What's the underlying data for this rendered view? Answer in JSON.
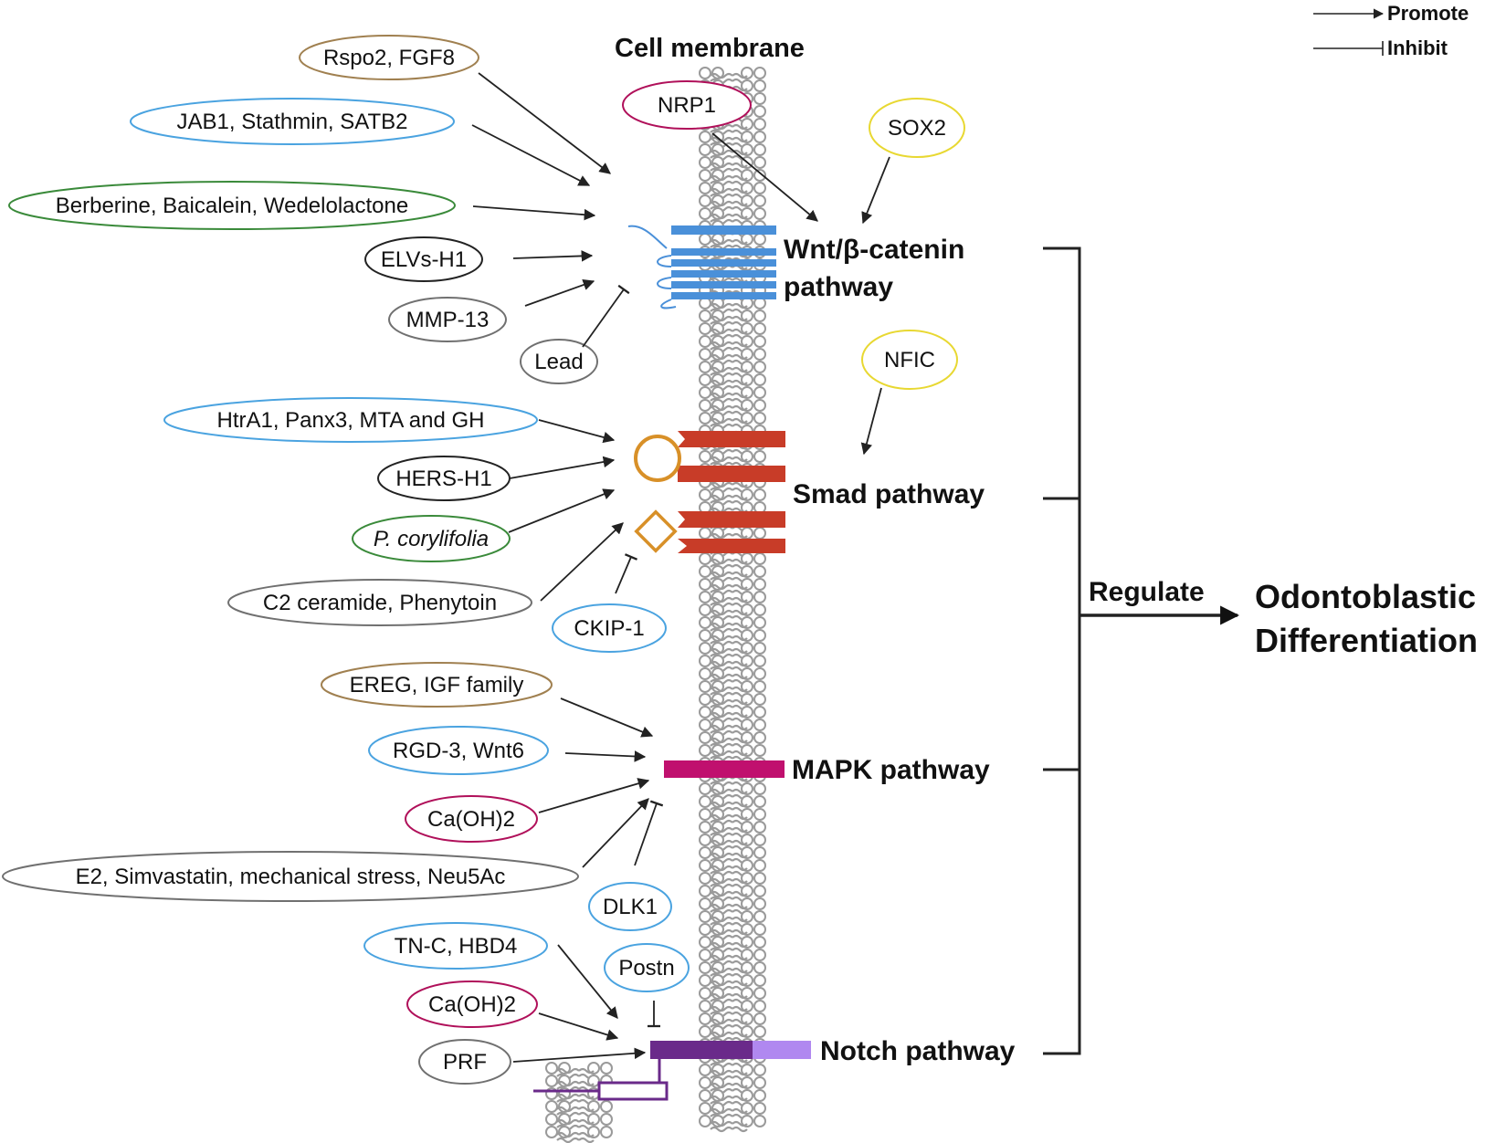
{
  "legend": {
    "promote": "Promote",
    "inhibit": "Inhibit"
  },
  "membrane": {
    "title": "Cell membrane"
  },
  "colors": {
    "brown": "#a08050",
    "blue": "#4aa3e0",
    "green": "#3a8a3a",
    "black": "#222222",
    "gray": "#707070",
    "magenta": "#b0105a",
    "yellow": "#e8d832",
    "wnt_receptor": "#4a90d9",
    "smad_receptor": "#c83c28",
    "smad_ligand": "#d89028",
    "mapk": "#c0106e",
    "notch_dark": "#6a2a8a",
    "notch_light": "#b088f0",
    "lipid": "#9a9a9a"
  },
  "pathways": {
    "wnt": {
      "line1": "Wnt/β-catenin",
      "line2": "pathway"
    },
    "smad": "Smad pathway",
    "mapk": "MAPK pathway",
    "notch": "Notch pathway"
  },
  "outcome": {
    "regulate": "Regulate",
    "line1": "Odontoblastic",
    "line2": "Differentiation"
  },
  "factors": {
    "rspo2": "Rspo2, FGF8",
    "jab1": "JAB1, Stathmin, SATB2",
    "berberine": "Berberine, Baicalein, Wedelolactone",
    "elvs": "ELVs-H1",
    "mmp13": "MMP-13",
    "lead": "Lead",
    "nrp1": "NRP1",
    "sox2": "SOX2",
    "nfic": "NFIC",
    "htra1": "HtrA1, Panx3, MTA and GH",
    "hers": "HERS-H1",
    "pcory": "P. corylifolia",
    "c2": "C2 ceramide, Phenytoin",
    "ckip": "CKIP-1",
    "ereg": "EREG, IGF family",
    "rgd": "RGD-3, Wnt6",
    "caoh_mapk": "Ca(OH)2",
    "e2": "E2, Simvastatin, mechanical stress, Neu5Ac",
    "dlk1": "DLK1",
    "tnc": "TN-C, HBD4",
    "postn": "Postn",
    "caoh_notch": "Ca(OH)2",
    "prf": "PRF"
  }
}
